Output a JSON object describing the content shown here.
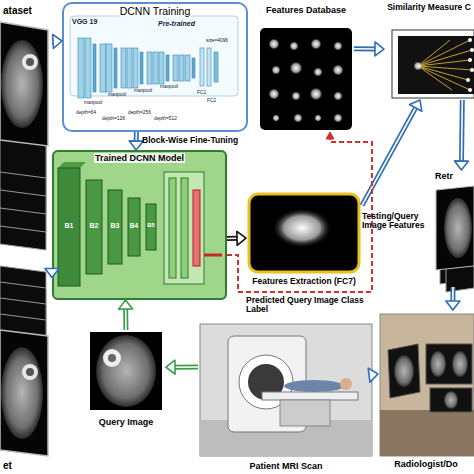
{
  "diagram": {
    "nodes": [
      {
        "text": [
          "ataset"
        ]
      },
      {
        "text": [
          "DCNN Training"
        ]
      },
      {
        "text": [
          "Features Database"
        ]
      },
      {
        "text": [
          "Similarity Measure C"
        ]
      },
      {
        "text": [
          "Trained DCNN Model"
        ]
      },
      {
        "text": [
          "Features Extraction (FC7)"
        ]
      },
      {
        "text": [
          "Retr"
        ]
      },
      {
        "text": [
          "et"
        ]
      },
      {
        "text": [
          "Query Image"
        ]
      },
      {
        "text": [
          "Patient MRI Scan"
        ]
      },
      {
        "text": [
          "Radiologist/Do"
        ]
      }
    ],
    "edges": [
      {
        "from": 0,
        "to": 1,
        "arrow": "to"
      },
      {
        "from": 0,
        "to": 4,
        "arrow": "to"
      },
      {
        "from": 7,
        "to": 4,
        "arrow": "to"
      },
      {
        "from": 1,
        "to": 4,
        "label": "Block-Wise Fine-Tuning",
        "arrow": "to"
      },
      {
        "from": 4,
        "to": 5,
        "arrow": "to"
      },
      {
        "from": 5,
        "to": 3,
        "label": "Testing/Query Image Features",
        "arrow": "to"
      },
      {
        "from": 2,
        "to": 3,
        "arrow": "to"
      },
      {
        "from": 4,
        "to": 2,
        "label": "Predicted Query Image Class Label",
        "arrow": "to"
      },
      {
        "from": 3,
        "to": 6,
        "arrow": "to"
      },
      {
        "from": 6,
        "to": 10,
        "arrow": "to"
      },
      {
        "from": 9,
        "to": 10,
        "arrow": "to"
      },
      {
        "from": 9,
        "to": 8,
        "arrow": "to"
      },
      {
        "from": 8,
        "to": 4,
        "arrow": "to"
      }
    ],
    "labels": [
      "VGG 19",
      "Pre-trained",
      "maxpool",
      "maxpool",
      "maxpool",
      "maxpool",
      "depth=64",
      "depth=128",
      "depth=256",
      "depth=512",
      "FC1",
      "FC2",
      "size=4096",
      "B1",
      "B2",
      "B3",
      "B4",
      "B5"
    ]
  }
}
